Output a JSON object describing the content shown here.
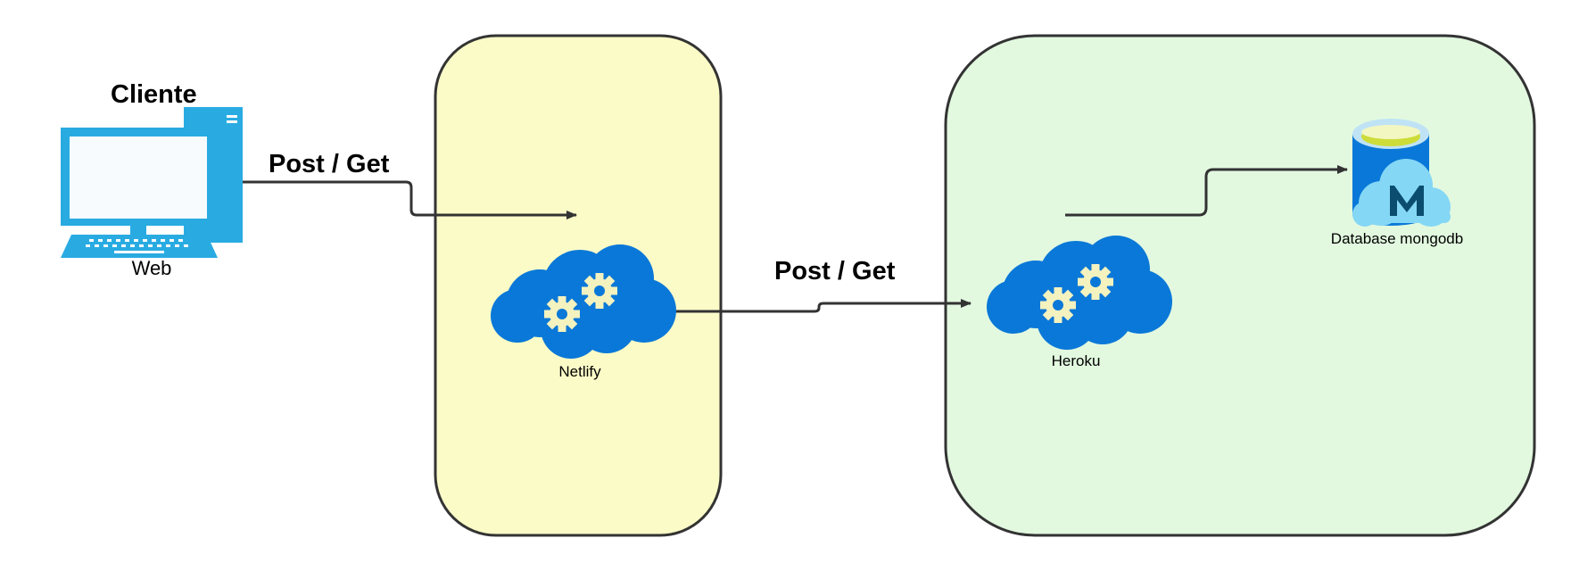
{
  "client": {
    "title": "Cliente",
    "subtitle": "Web",
    "icon": "desktop-computer-icon"
  },
  "edges": {
    "client_to_netlify": "Post / Get",
    "netlify_to_heroku": "Post / Get"
  },
  "netlify": {
    "label": "Netlify",
    "icon": "cloud-gears-icon",
    "fill": "#fbfbc8"
  },
  "heroku": {
    "label": "Heroku",
    "icon": "cloud-gears-icon",
    "fill": "#e2f9e0"
  },
  "database": {
    "label": "Database mongodb",
    "icon": "database-mongodb-icon"
  },
  "colors": {
    "container_border": "#333333",
    "arrow": "#333333",
    "cloud_blue": "#0a78d8",
    "gear": "#f4f2bf",
    "computer_blue": "#29abe2"
  }
}
